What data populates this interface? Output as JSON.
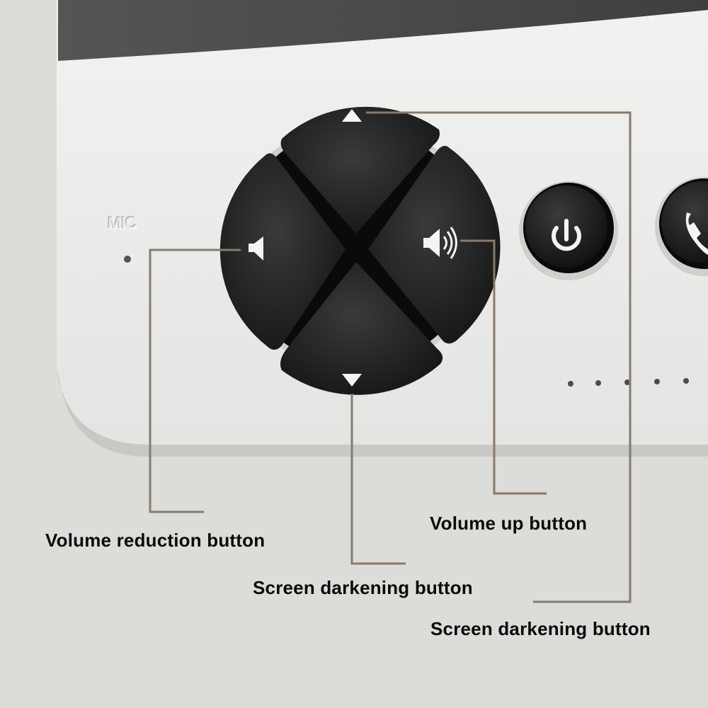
{
  "panel": {
    "mic_label": "MIC",
    "buttons": {
      "up": {
        "icon": "triangle-up-icon"
      },
      "down": {
        "icon": "triangle-down-icon"
      },
      "left": {
        "icon": "speaker-low-icon"
      },
      "right": {
        "icon": "speaker-high-icon"
      },
      "power": {
        "icon": "power-icon"
      },
      "phone": {
        "icon": "phone-icon"
      }
    }
  },
  "callouts": {
    "volume_reduction": "Volume reduction button",
    "volume_up": "Volume up button",
    "screen_darkening_1": "Screen darkening button",
    "screen_darkening_2": "Screen darkening button"
  },
  "colors": {
    "background": "#dcdcd8",
    "panel": "#eeeeec",
    "screen": "#4a4a4a",
    "button": "#1c1c1c",
    "leader_line": "#8a7a6a",
    "label_text": "#0b0b0b"
  }
}
